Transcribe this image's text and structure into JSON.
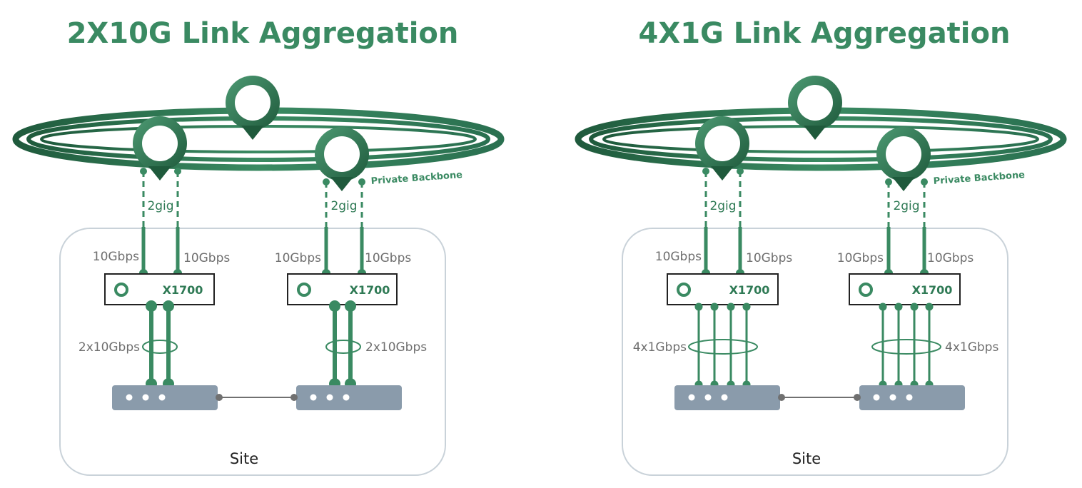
{
  "colors": {
    "accent": "#3a8a62",
    "dark": "#1f5a3c",
    "switch": "#8a9bab",
    "site_border": "#c9d2d9",
    "label": "#6f6f6f"
  },
  "panels": [
    {
      "title": "2X10G Link Aggregation",
      "backbone_label": "Private Backbone",
      "tunnel_label": "2gig",
      "uplink_label": "10Gbps",
      "device_label": "X1700",
      "lag_label": "2x10Gbps",
      "lag_links": 2,
      "site_label": "Site"
    },
    {
      "title": "4X1G Link Aggregation",
      "backbone_label": "Private Backbone",
      "tunnel_label": "2gig",
      "uplink_label": "10Gbps",
      "device_label": "X1700",
      "lag_label": "4x1Gbps",
      "lag_links": 4,
      "site_label": "Site"
    }
  ]
}
